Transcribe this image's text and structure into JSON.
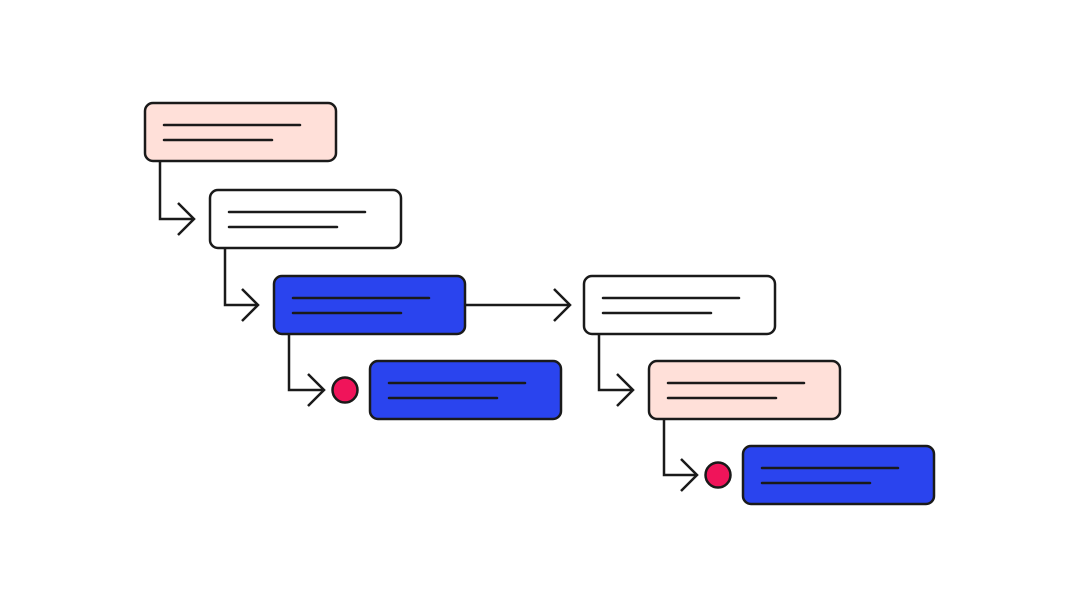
{
  "colors": {
    "background": "#ffffff",
    "stroke": "#1a1a1a",
    "pink_fill": "#ffe0d9",
    "white_fill": "#ffffff",
    "blue_fill": "#2a44ee",
    "marker": "#f0145a"
  },
  "nodes": [
    {
      "id": "node-1",
      "fill": "pink",
      "text_lines": 2
    },
    {
      "id": "node-2",
      "fill": "white",
      "text_lines": 2
    },
    {
      "id": "node-3",
      "fill": "blue",
      "text_lines": 2
    },
    {
      "id": "node-4",
      "fill": "blue",
      "text_lines": 2,
      "marker": true
    },
    {
      "id": "node-5",
      "fill": "white",
      "text_lines": 2
    },
    {
      "id": "node-6",
      "fill": "pink",
      "text_lines": 2
    },
    {
      "id": "node-7",
      "fill": "blue",
      "text_lines": 2,
      "marker": true
    }
  ],
  "edges": [
    {
      "from": "node-1",
      "to": "node-2",
      "kind": "elbow"
    },
    {
      "from": "node-2",
      "to": "node-3",
      "kind": "elbow"
    },
    {
      "from": "node-3",
      "to": "node-4",
      "kind": "elbow"
    },
    {
      "from": "node-3",
      "to": "node-5",
      "kind": "straight"
    },
    {
      "from": "node-5",
      "to": "node-6",
      "kind": "elbow"
    },
    {
      "from": "node-6",
      "to": "node-7",
      "kind": "elbow"
    }
  ]
}
